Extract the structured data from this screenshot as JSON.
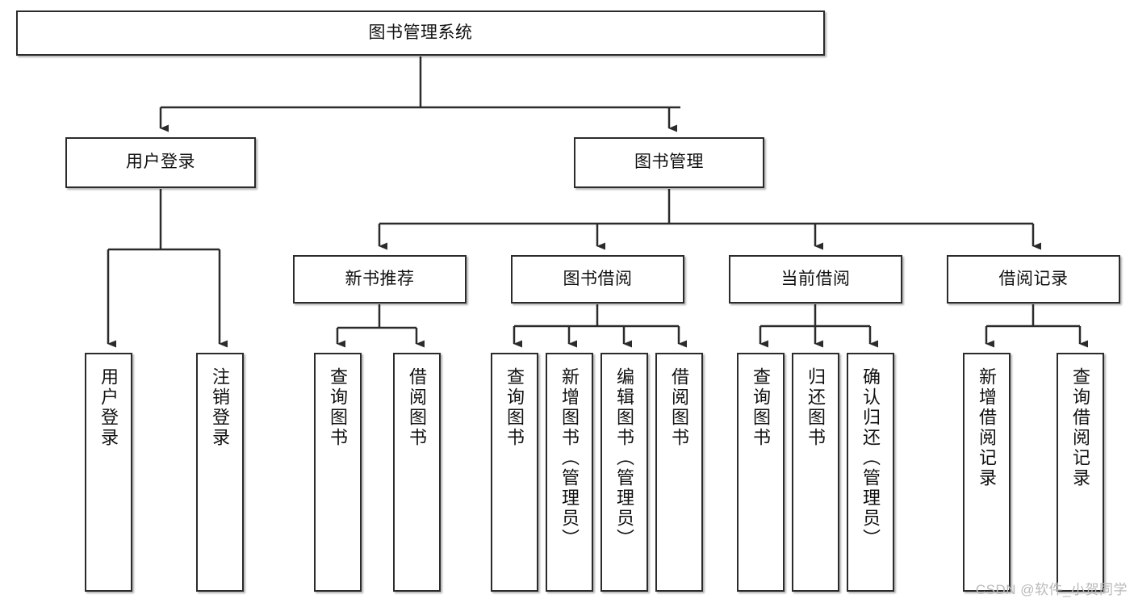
{
  "diagram": {
    "title": "图书管理系统",
    "type": "hierarchy-tree",
    "root": {
      "label": "图书管理系统"
    },
    "level2": [
      {
        "label": "用户登录"
      },
      {
        "label": "图书管理"
      }
    ],
    "level3": [
      {
        "label": "新书推荐"
      },
      {
        "label": "图书借阅"
      },
      {
        "label": "当前借阅"
      },
      {
        "label": "借阅记录"
      }
    ],
    "leaves": {
      "user_login": [
        {
          "label": "用户登录"
        },
        {
          "label": "注销登录"
        }
      ],
      "new_book_recommend": [
        {
          "label": "查询图书"
        },
        {
          "label": "借阅图书"
        }
      ],
      "book_borrow": [
        {
          "label": "查询图书"
        },
        {
          "label": "新增图书（管理员）"
        },
        {
          "label": "编辑图书（管理员）"
        },
        {
          "label": "借阅图书"
        }
      ],
      "current_borrow": [
        {
          "label": "查询图书"
        },
        {
          "label": "归还图书"
        },
        {
          "label": "确认归还（管理员）"
        }
      ],
      "borrow_record": [
        {
          "label": "新增借阅记录"
        },
        {
          "label": "查询借阅记录"
        }
      ]
    }
  },
  "watermark": {
    "text": "CSDN @软件_小贺同学"
  },
  "colors": {
    "border": "#2b2b2b",
    "background": "#ffffff",
    "text": "#111111",
    "watermark": "#b9b9b9"
  }
}
